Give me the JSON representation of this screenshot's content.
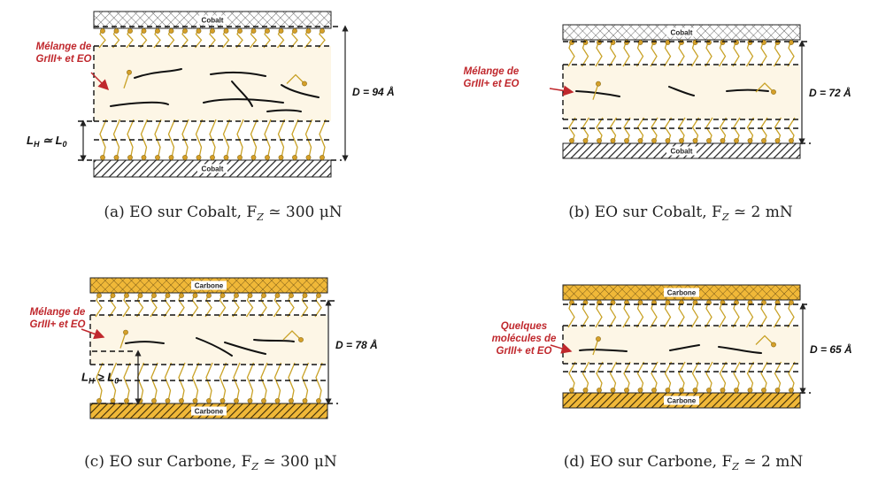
{
  "panels": [
    {
      "id": "a",
      "top_plate": "Cobalt",
      "bottom_plate": "Cobalt",
      "material": "cobalt",
      "annotation_lines": [
        "Mélange de",
        "GrIII+  et EO"
      ],
      "distance_label": "D = 94 Å",
      "lh_label": "L",
      "lh_sub": "H",
      "lh_rel": " ≃ L",
      "lh_sub2": "0",
      "caption": "(a) EO sur Cobalt, F",
      "caption_sub": "Z",
      "caption_rest": " ≃ 300 μN"
    },
    {
      "id": "b",
      "top_plate": "Cobalt",
      "bottom_plate": "Cobalt",
      "material": "cobalt",
      "annotation_lines": [
        "Mélange de",
        "GrIII+  et EO"
      ],
      "distance_label": "D = 72 Å",
      "caption": "(b) EO sur Cobalt, F",
      "caption_sub": "Z",
      "caption_rest": " ≃ 2 mN"
    },
    {
      "id": "c",
      "top_plate": "Carbone",
      "bottom_plate": "Carbone",
      "material": "carbone",
      "annotation_lines": [
        "Mélange de",
        "GrIII+  et EO"
      ],
      "distance_label": "D = 78 Å",
      "lh_label": "L",
      "lh_sub": "H",
      "lh_rel": " > L",
      "lh_sub2": "0",
      "caption": "(c) EO sur Carbone, F",
      "caption_sub": "Z",
      "caption_rest": " ≃ 300 μN"
    },
    {
      "id": "d",
      "top_plate": "Carbone",
      "bottom_plate": "Carbone",
      "material": "carbone",
      "annotation_lines": [
        "Quelques",
        "molécules de",
        "GrIII+  et EO"
      ],
      "distance_label": "D = 65 Å",
      "caption": "(d) EO sur Carbone, F",
      "caption_sub": "Z",
      "caption_rest": " ≃ 2 mN"
    }
  ],
  "colors": {
    "fluid": "#fdf6e6",
    "chain": "#c9a227",
    "head": "#d6a02a",
    "annotation": "#c0282d",
    "carbone_plate": "#f0b838"
  }
}
